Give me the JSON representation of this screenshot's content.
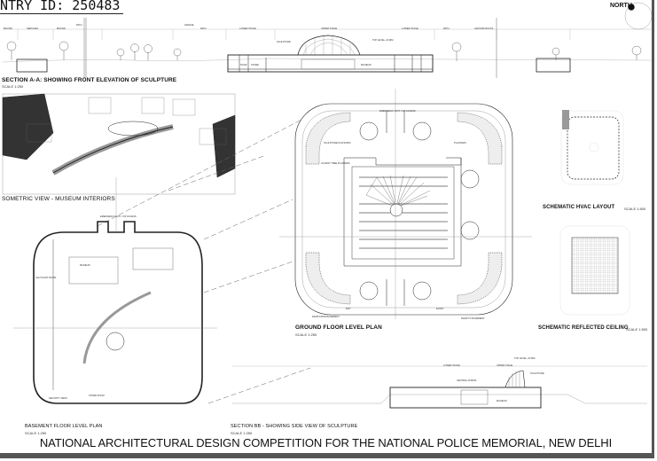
{
  "entry_id": "NTRY ID: 250483",
  "north_label": "NORTH",
  "sheet_title": "NATIONAL ARCHITECTURAL DESIGN COMPETITION FOR THE NATIONAL POLICE MEMORIAL, NEW DELHI",
  "section_aa": {
    "title": "SECTION A-A: SHOWING FRONT ELEVATION OF SCULPTURE",
    "scale": "SCALE 1:250",
    "labels": [
      "MOUND",
      "SERVICES",
      "MOUND",
      "PATH",
      "AVENUE",
      "PATH",
      "LOWER STAGE",
      "UPPER STAGE",
      "LOWER STAGE",
      "PATH",
      "GROUND ROUTE",
      "SCULPTURE",
      "TOP LEVEL +8.30M",
      "MUSEUM",
      "STORE",
      "STAIR"
    ]
  },
  "isometric": {
    "title": "SOMETRIC VIEW - MUSEUM INTERIORS"
  },
  "ground_plan": {
    "title": "GROUND FLOOR LEVEL PLAN",
    "scale": "SCALE 1:250",
    "labels": [
      "SCULPTURE PLATFORM",
      "PLANTERS",
      "ACCENT TREE PLANTERS",
      "EMERGENCY EXIT / VIP ACCESS",
      "RAMP FROM BASEMENT",
      "RAMP TO BASEMENT",
      "EXIT",
      "ENTRY"
    ]
  },
  "hvac": {
    "title": "SCHEMATIC HVAC LAYOUT",
    "scale": "SCALE 1:500"
  },
  "ceiling": {
    "title": "SCHEMATIC REFLECTED CEILING",
    "scale": "SCALE 1:500"
  },
  "basement_plan": {
    "title": "BASEMENT FLOOR LEVEL PLAN",
    "scale": "SCALE 1:250",
    "labels": [
      "EMERGENCY EXIT / VIP ACCESS",
      "AHU PLANT ROOM",
      "STORE ROOM",
      "SECURITY DESK",
      "MUSEUM"
    ]
  },
  "section_bb": {
    "title": "SECTION BB - SHOWING SIDE VIEW OF SCULPTURE",
    "scale": "SCALE 1:250",
    "labels": [
      "SCULPTURE",
      "LOWER STAGE",
      "UPPER STAGE",
      "MUSEUM",
      "CENTRAL ATRIUM",
      "TOP LEVEL +8.30M"
    ]
  }
}
